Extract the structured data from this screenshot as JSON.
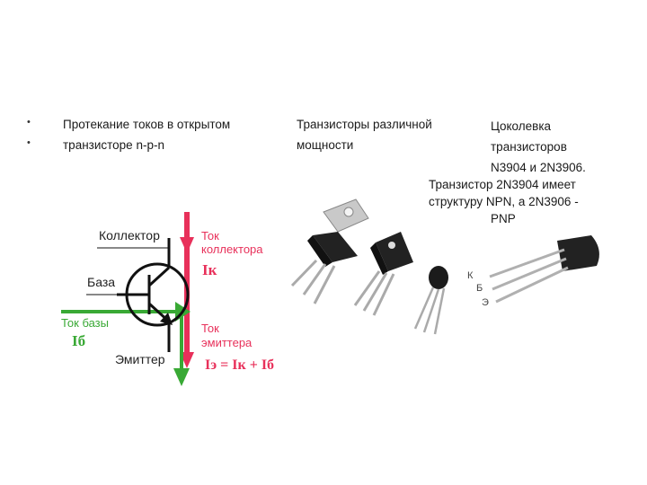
{
  "left_column": {
    "bullets": [
      "•",
      "•"
    ],
    "lines": [
      "Протекание токов в открытом",
      "транзисторе n-p-n"
    ]
  },
  "middle_column": {
    "lines": [
      "Транзисторы различной",
      "мощности"
    ]
  },
  "right_column": {
    "lines": [
      "Цоколевка",
      "транзисторов",
      "N3904 и 2N3906.",
      "Транзистор 2N3904 имеет",
      "структуру NPN, а 2N3906 -",
      "PNP"
    ]
  },
  "diagram": {
    "collector_label": "Коллектор",
    "base_label": "База",
    "emitter_label": "Эмиттер",
    "collector_current_label": [
      "Ток",
      "коллектора"
    ],
    "collector_current_symbol": "Iк",
    "base_current_label": "Ток базы",
    "base_current_symbol": "Iб",
    "emitter_current_label": [
      "Ток",
      "эмиттера"
    ],
    "emitter_formula": "Iэ = Iк + Iб",
    "colors": {
      "red": "#e8305a",
      "green": "#39a935",
      "black": "#111111"
    }
  },
  "pinout_letters": [
    "К",
    "Б",
    "Э"
  ]
}
